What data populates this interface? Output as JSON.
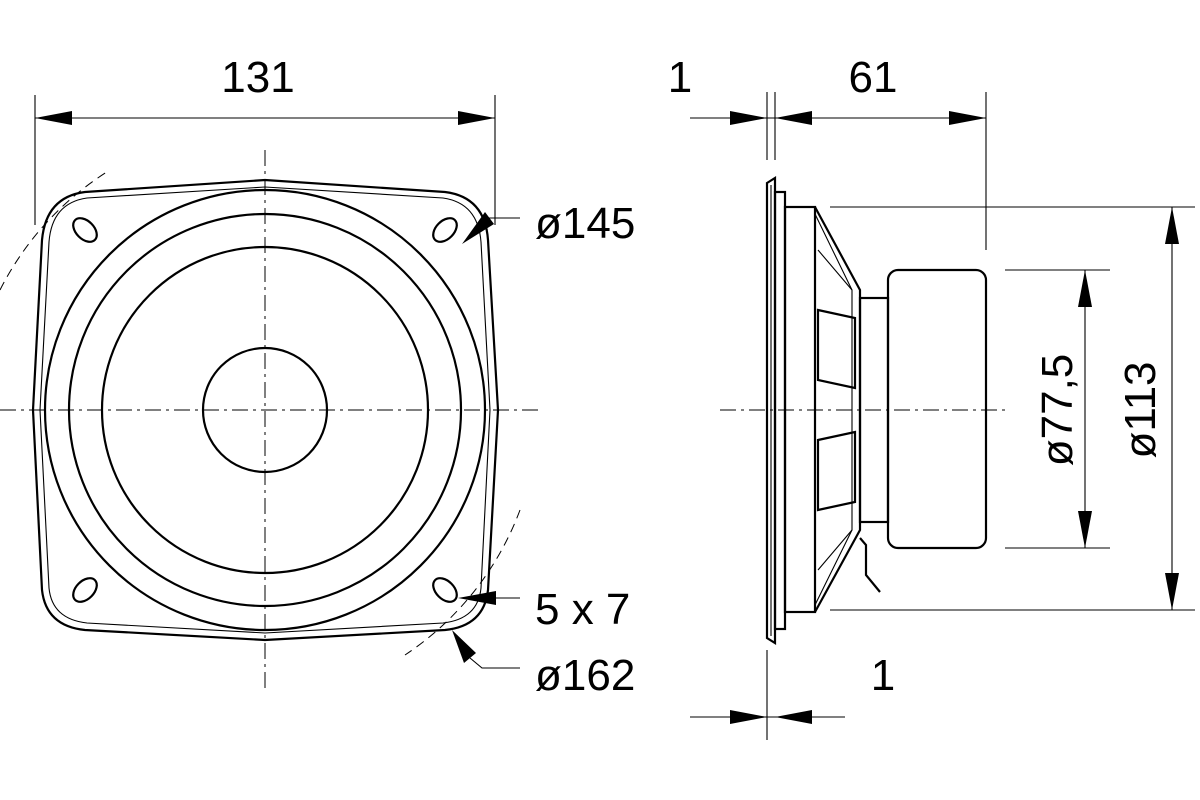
{
  "front_view": {
    "width_label": "131",
    "flange_circle_label": "ø145",
    "hole_label": "5 x 7",
    "outer_circle_label": "ø162"
  },
  "side_view": {
    "flange_thickness_top_label": "1",
    "depth_label": "61",
    "flange_thickness_bottom_label": "1",
    "magnet_label": "ø77,5",
    "frame_label": "ø113"
  }
}
